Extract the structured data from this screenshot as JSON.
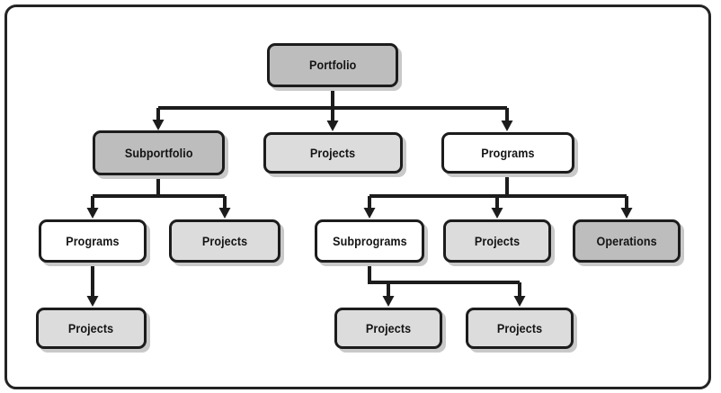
{
  "diagram": {
    "nodes": [
      {
        "id": "portfolio",
        "label": "Portfolio",
        "variant": "dark"
      },
      {
        "id": "subportfolio",
        "label": "Subportfolio",
        "variant": "dark"
      },
      {
        "id": "projects-a",
        "label": "Projects",
        "variant": "light"
      },
      {
        "id": "programs",
        "label": "Programs",
        "variant": "white"
      },
      {
        "id": "programs-sub",
        "label": "Programs",
        "variant": "white"
      },
      {
        "id": "projects-b",
        "label": "Projects",
        "variant": "light"
      },
      {
        "id": "subprograms",
        "label": "Subprograms",
        "variant": "white"
      },
      {
        "id": "projects-c",
        "label": "Projects",
        "variant": "light"
      },
      {
        "id": "operations",
        "label": "Operations",
        "variant": "dark"
      },
      {
        "id": "projects-d",
        "label": "Projects",
        "variant": "light"
      },
      {
        "id": "projects-e",
        "label": "Projects",
        "variant": "light"
      },
      {
        "id": "projects-f",
        "label": "Projects",
        "variant": "light"
      }
    ],
    "edges": [
      {
        "from": "portfolio",
        "to": "subportfolio"
      },
      {
        "from": "portfolio",
        "to": "projects-a"
      },
      {
        "from": "portfolio",
        "to": "programs"
      },
      {
        "from": "subportfolio",
        "to": "programs-sub"
      },
      {
        "from": "subportfolio",
        "to": "projects-b"
      },
      {
        "from": "programs",
        "to": "subprograms"
      },
      {
        "from": "programs",
        "to": "projects-c"
      },
      {
        "from": "programs",
        "to": "operations"
      },
      {
        "from": "programs-sub",
        "to": "projects-d"
      },
      {
        "from": "subprograms",
        "to": "projects-e"
      },
      {
        "from": "subprograms",
        "to": "projects-f"
      }
    ],
    "colors": {
      "dark": "#bdbdbd",
      "light": "#dcdcdc",
      "white": "#ffffff",
      "line": "#1c1c1c",
      "shadow": "#c9c9c9"
    }
  }
}
